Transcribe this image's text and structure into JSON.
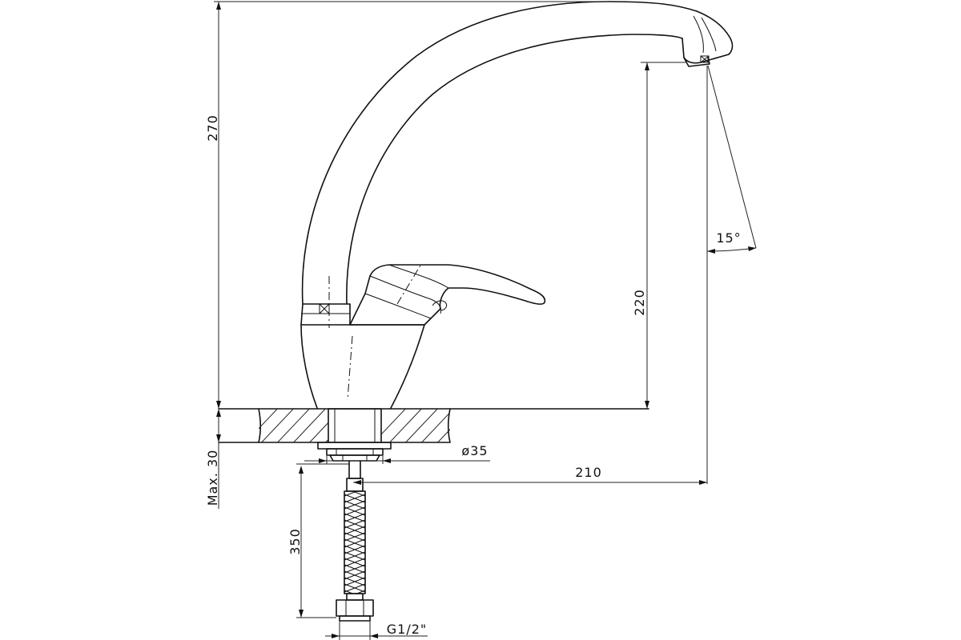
{
  "drawing": {
    "dimensions": {
      "total_height": "270",
      "spout_height": "220",
      "spout_reach": "210",
      "angle": "15°",
      "mount_diameter": "ø35",
      "max_counter_thickness": "Max. 30",
      "hose_length": "350",
      "thread": "G1/2\""
    }
  }
}
